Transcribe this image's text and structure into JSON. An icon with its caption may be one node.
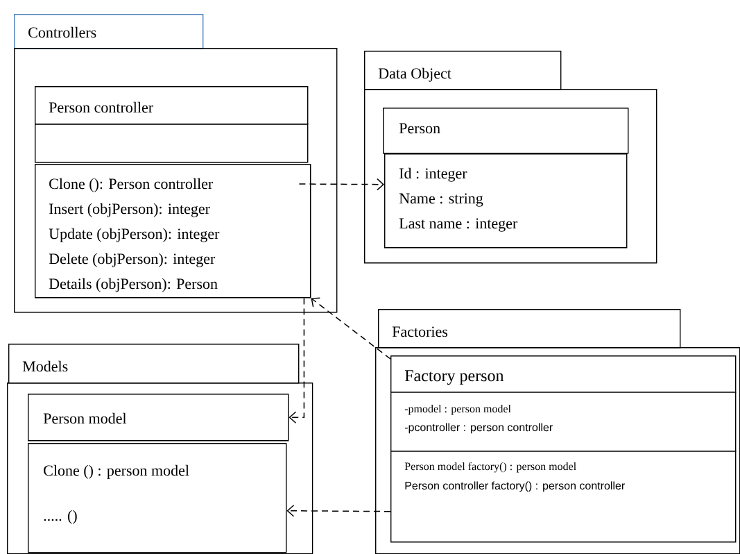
{
  "diagram": {
    "nodes": [
      {
        "text": [
          "Controllers"
        ]
      },
      {
        "text": [],
        "shape": "box"
      },
      {
        "text": [
          "Person controller"
        ],
        "in": 1
      },
      {
        "text": [],
        "shape": "box",
        "in": 1
      },
      {
        "text": [
          "Clone (): Person controller",
          "Insert (objPerson): integer",
          "Update (objPerson): integer",
          "Delete (objPerson): integer",
          "Details (objPerson): Person"
        ],
        "in": 1
      },
      {
        "text": [
          "Data Object"
        ]
      },
      {
        "text": [],
        "shape": "box"
      },
      {
        "text": [
          "Person"
        ],
        "in": 6
      },
      {
        "text": [
          "Id : integer",
          "Name : string",
          "Last name : integer"
        ],
        "in": 6
      },
      {
        "text": [
          "Models"
        ]
      },
      {
        "text": [],
        "shape": "box"
      },
      {
        "text": [
          "Person model"
        ],
        "in": 10
      },
      {
        "text": [
          "Clone () : person model",
          "..... ()"
        ],
        "in": 10
      },
      {
        "text": [
          "Factories"
        ]
      },
      {
        "text": [],
        "shape": "box"
      },
      {
        "text": [
          "Factory person",
          "-pmodel : person model",
          "-pcontroller : person controller",
          "Person model factory() : person model",
          "Person controller factory() : person controller"
        ],
        "in": 14
      }
    ],
    "edges": [
      {
        "from": 4,
        "to": 8,
        "arrow": "to",
        "style": "dashed"
      },
      {
        "from": 4,
        "to": 11,
        "arrow": "to",
        "style": "dashed"
      },
      {
        "from": 15,
        "to": 4,
        "arrow": "to",
        "style": "dashed"
      },
      {
        "from": 15,
        "to": 12,
        "arrow": "to",
        "style": "dashed"
      }
    ]
  }
}
